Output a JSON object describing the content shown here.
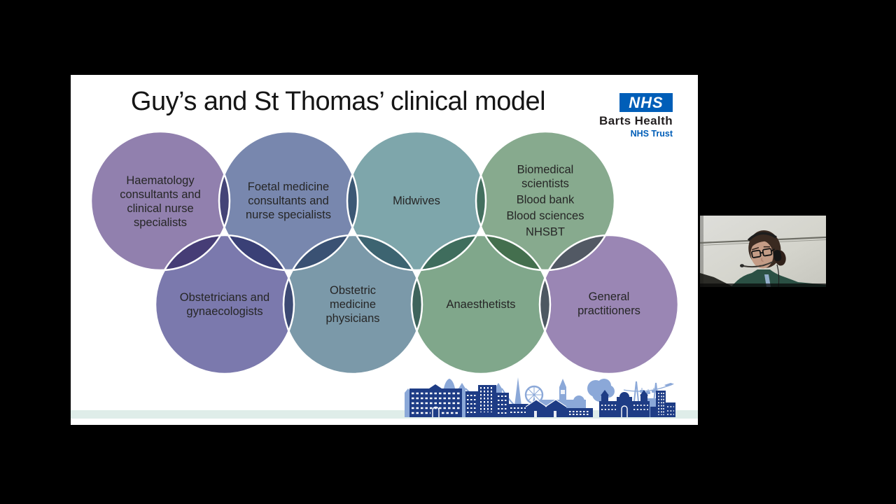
{
  "slide": {
    "title": "Guy’s and St Thomas’ clinical model",
    "logo": {
      "nhs_acronym": "NHS",
      "org_name": "Barts Health",
      "org_type": "NHS Trust",
      "nhs_blue": "#005EB8"
    },
    "circles": [
      {
        "name": "haematology",
        "label": "Haematology consultants and clinical nurse specialists",
        "color": "#9180ae"
      },
      {
        "name": "foetal-medicine",
        "label": "Foetal medicine consultants and nurse specialists",
        "color": "#7887ae"
      },
      {
        "name": "midwives",
        "label": "Midwives",
        "color": "#7ea6ab"
      },
      {
        "name": "biomedical",
        "lines": [
          "Biomedical scientists",
          "Blood bank",
          "Blood sciences",
          "NHSBT"
        ],
        "color": "#87aa8e"
      },
      {
        "name": "obstetricians-gynaecologists",
        "label": "Obstetricians and gynaecologists",
        "color": "#7b79ad"
      },
      {
        "name": "obstetric-medicine",
        "label": "Obstetric medicine physicians",
        "color": "#7b99a9"
      },
      {
        "name": "anaesthetists",
        "label": "Anaesthetists",
        "color": "#80a78b"
      },
      {
        "name": "general-practitioners",
        "label": "General practitioners",
        "color": "#9a86b4"
      }
    ],
    "footer": {
      "band_color": "#dfede9",
      "skyline_back_color": "#8ba8d8",
      "skyline_front_color": "#1e3c85"
    }
  }
}
